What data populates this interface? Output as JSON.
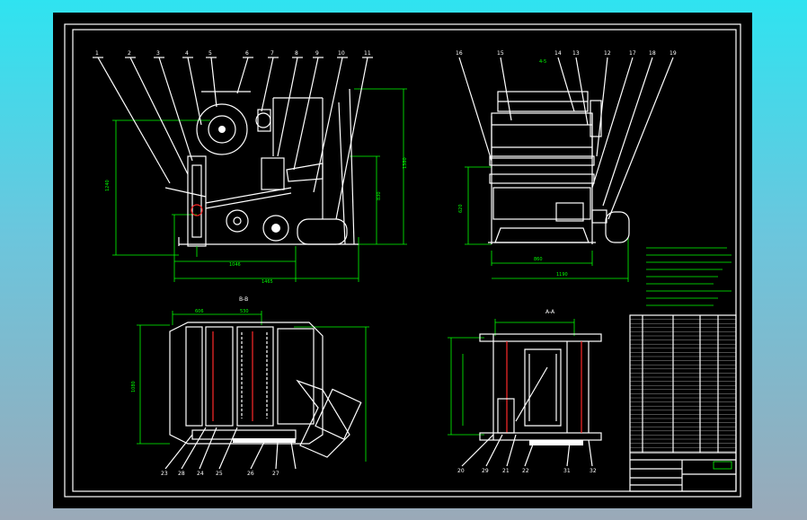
{
  "sheet": {
    "background_color": "#000000",
    "line_color": "#ffffff",
    "dimension_color": "#00ff00",
    "centerline_color": "#ff2a2a"
  },
  "views": {
    "front": {
      "callouts": [
        "1",
        "2",
        "3",
        "4",
        "5",
        "6",
        "7",
        "8",
        "9",
        "10",
        "11"
      ]
    },
    "side": {
      "callouts": [
        "16",
        "15",
        "14",
        "13",
        "12",
        "17",
        "18",
        "19"
      ]
    },
    "top": {
      "section_label": "B-B",
      "callouts": [
        "23",
        "28",
        "24",
        "25",
        "26",
        "27"
      ]
    },
    "section": {
      "section_label": "A-A",
      "callouts": [
        "20",
        "29",
        "21",
        "22",
        "31",
        "32"
      ]
    }
  }
}
